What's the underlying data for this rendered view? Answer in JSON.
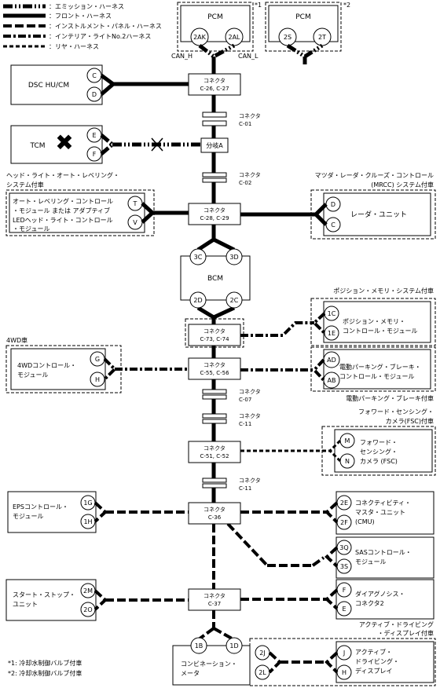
{
  "legend": [
    {
      "style": "emission",
      "label": "：エミッション・ハーネス"
    },
    {
      "style": "front",
      "label": "：フロント・ハーネス"
    },
    {
      "style": "instrument",
      "label": "：インストルメント・パネル・ハーネス"
    },
    {
      "style": "interior",
      "label": "：インテリア・ライトNo.2ハーネス"
    },
    {
      "style": "rear",
      "label": "：リヤ・ハーネス"
    }
  ],
  "modules": {
    "pcm1": {
      "title": "PCM",
      "pin_a": "2AK",
      "pin_b": "2AL",
      "note": "*1",
      "can_h": "CAN_H",
      "can_l": "CAN_L"
    },
    "pcm2": {
      "title": "PCM",
      "pin_a": "2S",
      "pin_b": "2T",
      "note": "*2"
    },
    "dsc": {
      "title": "DSC HU/CM",
      "pin_a": "C",
      "pin_b": "D"
    },
    "tcm": {
      "title": "TCM",
      "pin_a": "E",
      "pin_b": "F",
      "mark": "✖"
    },
    "headlight_group": {
      "caption_1": "ヘッド・ライト・オート・レベリング・",
      "caption_2": "システム付車"
    },
    "headlight": {
      "line_1": "オート・レベリング・コントロール",
      "line_2": "・モジュール または アダプティブ",
      "line_3": "LEDヘッド・ライト・コントロール",
      "line_4": "・モジュール",
      "pin_a": "T",
      "pin_b": "V"
    },
    "mrcc_group": {
      "caption_1": "マツダ・レーダ・クルーズ・コントロール",
      "caption_2": "(MRCC) システム付車"
    },
    "radar": {
      "title": "レーダ・ユニット",
      "pin_a": "D",
      "pin_b": "C"
    },
    "bcm": {
      "title": "BCM",
      "pin_a": "3C",
      "pin_b": "3D",
      "pin_c": "2D",
      "pin_d": "2C"
    },
    "position_group": {
      "caption": "ポジション・メモリ・システム付車"
    },
    "position": {
      "line_1": "ポジション・メモリ・",
      "line_2": "コントロール・モジュール",
      "pin_a": "1C",
      "pin_b": "1E"
    },
    "fwd_group": {
      "caption": "4WD車"
    },
    "fwd": {
      "line_1": "4WDコントロール・",
      "line_2": "モジュール",
      "pin_a": "G",
      "pin_b": "H"
    },
    "epb": {
      "line_1": "電動パーキング・ブレーキ・",
      "line_2": "コントロール・モジュール",
      "pin_a": "AD",
      "pin_b": "AB",
      "caption": "電動パーキング・ブレーキ付車"
    },
    "fsc_group": {
      "caption_1": "フォワード・センシング・",
      "caption_2": "カメラ(FSC)付車"
    },
    "fsc": {
      "line_1": "フォワード・",
      "line_2": "センシング・",
      "line_3": "カメラ (FSC)",
      "pin_a": "M",
      "pin_b": "N"
    },
    "eps": {
      "line_1": "EPSコントロール・",
      "line_2": "モジュール",
      "pin_a": "1G",
      "pin_b": "1H"
    },
    "cmu": {
      "line_1": "コネクティビティ・",
      "line_2": "マスタ・ユニット",
      "line_3": "(CMU)",
      "pin_a": "2E",
      "pin_b": "2F"
    },
    "sas": {
      "line_1": "SASコントロール・",
      "line_2": "モジュール",
      "pin_a": "3Q",
      "pin_b": "3S"
    },
    "startstop": {
      "line_1": "スタート・ストップ・",
      "line_2": "ユニット",
      "pin_a": "2M",
      "pin_b": "2O"
    },
    "diag": {
      "line_1": "ダイアグノシス・",
      "line_2": "コネクタ2",
      "pin_a": "F",
      "pin_b": "E"
    },
    "meter": {
      "line_1": "コンビネーション・",
      "line_2": "メータ",
      "pin_a": "1B",
      "pin_b": "1D"
    },
    "add_group": {
      "caption_1": "アクティブ・ドライビング",
      "caption_2": "・ディスプレイ付車"
    },
    "add": {
      "line_1": "アクティブ・",
      "line_2": "ドライビング・",
      "line_3": "ディスプレイ",
      "pin_a": "J",
      "pin_b": "H",
      "pin_c": "2J",
      "pin_d": "2L"
    }
  },
  "connectors": {
    "c26": {
      "l1": "コネクタ",
      "l2": "C-26, C-27"
    },
    "c01": {
      "l1": "コネクタ",
      "l2": "C-01"
    },
    "bunki": {
      "l1": "分岐A"
    },
    "c02": {
      "l1": "コネクタ",
      "l2": "C-02"
    },
    "c28": {
      "l1": "コネクタ",
      "l2": "C-28, C-29"
    },
    "c73": {
      "l1": "コネクタ",
      "l2": "C-73, C-74"
    },
    "c55": {
      "l1": "コネクタ",
      "l2": "C-55, C-56"
    },
    "c07": {
      "l1": "コネクタ",
      "l2": "C-07"
    },
    "c11a": {
      "l1": "コネクタ",
      "l2": "C-11"
    },
    "c51": {
      "l1": "コネクタ",
      "l2": "C-51, C-52"
    },
    "c11b": {
      "l1": "コネクタ",
      "l2": "C-11"
    },
    "c36": {
      "l1": "コネクタ",
      "l2": "C-36"
    },
    "c37": {
      "l1": "コネクタ",
      "l2": "C-37"
    }
  },
  "footnotes": {
    "n1": "*1: 冷却水制御バルブ付車",
    "n2": "*2: 冷却水制御バルブ付車"
  }
}
